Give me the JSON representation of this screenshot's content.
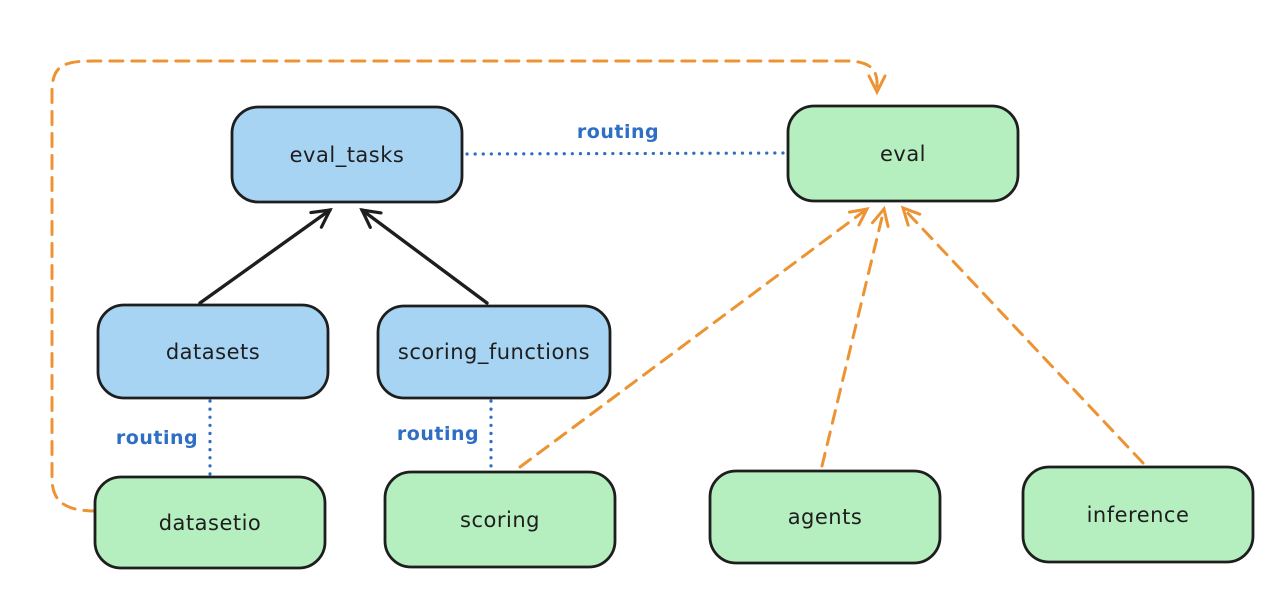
{
  "diagram": {
    "colors": {
      "background": "#ffffff",
      "node_stroke": "#1e1e1e",
      "blue_fill": "#a8d4f4",
      "green_fill": "#b5eebf",
      "routing_blue": "#2e6fc5",
      "orange": "#ec9434",
      "text": "#1e1e1e"
    },
    "nodes": [
      {
        "id": "eval_tasks",
        "label": "eval_tasks",
        "color": "blue"
      },
      {
        "id": "eval",
        "label": "eval",
        "color": "green"
      },
      {
        "id": "datasets",
        "label": "datasets",
        "color": "blue"
      },
      {
        "id": "scoring_functions",
        "label": "scoring_functions",
        "color": "blue"
      },
      {
        "id": "datasetio",
        "label": "datasetio",
        "color": "green"
      },
      {
        "id": "scoring",
        "label": "scoring",
        "color": "green"
      },
      {
        "id": "agents",
        "label": "agents",
        "color": "green"
      },
      {
        "id": "inference",
        "label": "inference",
        "color": "green"
      }
    ],
    "edges": [
      {
        "from": "datasets",
        "to": "eval_tasks",
        "style": "solid-arrow",
        "label": ""
      },
      {
        "from": "scoring_functions",
        "to": "eval_tasks",
        "style": "solid-arrow",
        "label": ""
      },
      {
        "from": "eval_tasks",
        "to": "eval",
        "style": "dotted",
        "label": "routing"
      },
      {
        "from": "datasets",
        "to": "datasetio",
        "style": "dotted",
        "label": "routing"
      },
      {
        "from": "scoring_functions",
        "to": "scoring",
        "style": "dotted",
        "label": "routing"
      },
      {
        "from": "datasetio",
        "to": "eval",
        "style": "dashed-arrow",
        "label": ""
      },
      {
        "from": "scoring",
        "to": "eval",
        "style": "dashed-arrow",
        "label": ""
      },
      {
        "from": "agents",
        "to": "eval",
        "style": "dashed-arrow",
        "label": ""
      },
      {
        "from": "inference",
        "to": "eval",
        "style": "dashed-arrow",
        "label": ""
      }
    ]
  }
}
